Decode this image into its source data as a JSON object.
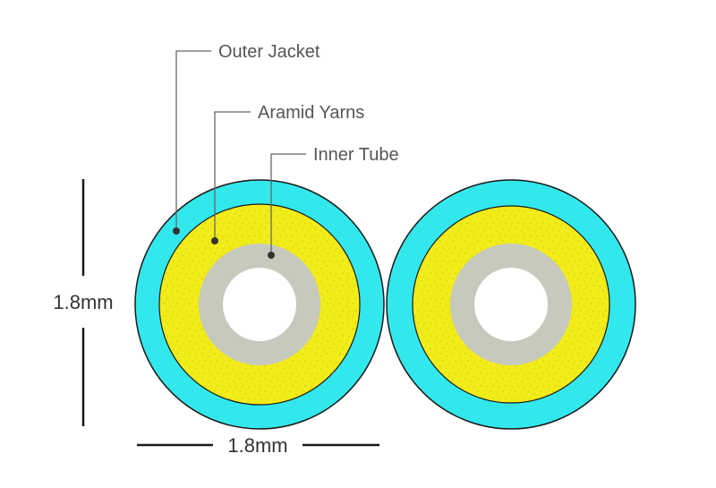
{
  "callouts": [
    {
      "id": "outer-jacket",
      "label": "Outer Jacket"
    },
    {
      "id": "aramid-yarns",
      "label": "Aramid Yarns"
    },
    {
      "id": "inner-tube",
      "label": "Inner Tube"
    }
  ],
  "dimensions": {
    "height_label": "1.8mm",
    "width_label": "1.8mm"
  },
  "colors": {
    "outer_jacket": "#33e8ec",
    "aramid_yarns": "#f2ec1a",
    "inner_tube": "#c6cabc",
    "core": "#ffffff",
    "outline": "#1a1a1a",
    "leader_line": "#666666"
  }
}
